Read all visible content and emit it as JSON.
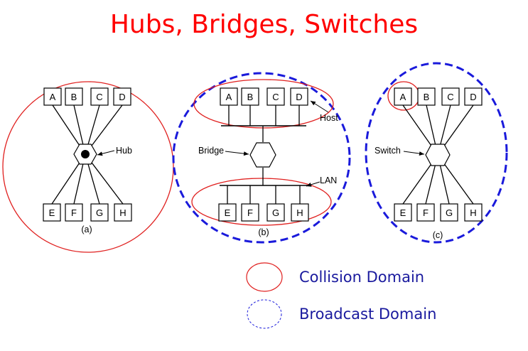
{
  "title": "Hubs, Bridges, Switches",
  "colors": {
    "title": "#ff0000",
    "collision": "#e0201f",
    "broadcast": "#1a1adb",
    "legend_text": "#1a1a9e"
  },
  "panel_a": {
    "top_nodes": [
      "A",
      "B",
      "C",
      "D"
    ],
    "bottom_nodes": [
      "E",
      "F",
      "G",
      "H"
    ],
    "device_label": "Hub",
    "caption": "(a)"
  },
  "panel_b": {
    "top_nodes": [
      "A",
      "B",
      "C",
      "D"
    ],
    "bottom_nodes": [
      "E",
      "F",
      "G",
      "H"
    ],
    "device_label": "Bridge",
    "host_label": "Host",
    "lan_label": "LAN",
    "caption": "(b)"
  },
  "panel_c": {
    "top_nodes": [
      "A",
      "B",
      "C",
      "D"
    ],
    "bottom_nodes": [
      "E",
      "F",
      "G",
      "H"
    ],
    "device_label": "Switch",
    "caption": "(c)"
  },
  "legend": {
    "collision": "Collision Domain",
    "broadcast": "Broadcast Domain"
  }
}
